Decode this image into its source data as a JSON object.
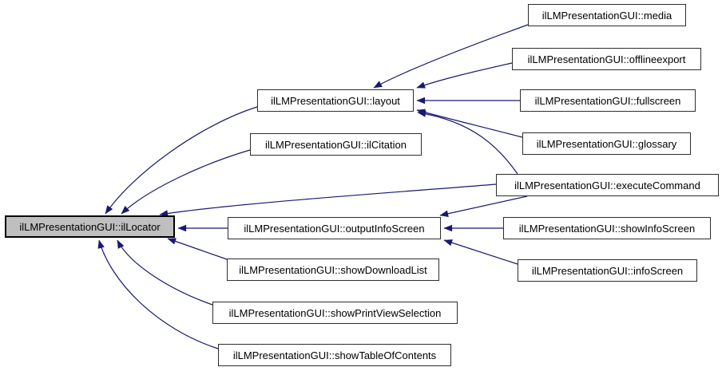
{
  "diagram": {
    "type": "call-graph",
    "background_color": "#ffffff",
    "edge_color": "#191970",
    "node_fill": "#ffffff",
    "node_border_color": "#2e2e2e",
    "highlighted_node_fill": "#bfbfbf",
    "highlighted_node_border": "#000000",
    "nodes": [
      {
        "id": "ilLocator",
        "label": "ilLMPresentationGUI::ilLocator",
        "highlighted": true
      },
      {
        "id": "layout",
        "label": "ilLMPresentationGUI::layout",
        "highlighted": false
      },
      {
        "id": "ilCitation",
        "label": "ilLMPresentationGUI::ilCitation",
        "highlighted": false
      },
      {
        "id": "outputInfoScreen",
        "label": "ilLMPresentationGUI::outputInfoScreen",
        "highlighted": false
      },
      {
        "id": "showDownloadList",
        "label": "ilLMPresentationGUI::showDownloadList",
        "highlighted": false
      },
      {
        "id": "showPrintViewSelection",
        "label": "ilLMPresentationGUI::showPrintViewSelection",
        "highlighted": false
      },
      {
        "id": "showTableOfContents",
        "label": "ilLMPresentationGUI::showTableOfContents",
        "highlighted": false
      },
      {
        "id": "media",
        "label": "ilLMPresentationGUI::media",
        "highlighted": false
      },
      {
        "id": "offlineexport",
        "label": "ilLMPresentationGUI::offlineexport",
        "highlighted": false
      },
      {
        "id": "fullscreen",
        "label": "ilLMPresentationGUI::fullscreen",
        "highlighted": false
      },
      {
        "id": "glossary",
        "label": "ilLMPresentationGUI::glossary",
        "highlighted": false
      },
      {
        "id": "executeCommand",
        "label": "ilLMPresentationGUI::executeCommand",
        "highlighted": false
      },
      {
        "id": "showInfoScreen",
        "label": "ilLMPresentationGUI::showInfoScreen",
        "highlighted": false
      },
      {
        "id": "infoScreen",
        "label": "ilLMPresentationGUI::infoScreen",
        "highlighted": false
      }
    ],
    "edges": [
      {
        "from": "layout",
        "to": "ilLocator"
      },
      {
        "from": "ilCitation",
        "to": "ilLocator"
      },
      {
        "from": "executeCommand",
        "to": "ilLocator"
      },
      {
        "from": "outputInfoScreen",
        "to": "ilLocator"
      },
      {
        "from": "showDownloadList",
        "to": "ilLocator"
      },
      {
        "from": "showPrintViewSelection",
        "to": "ilLocator"
      },
      {
        "from": "showTableOfContents",
        "to": "ilLocator"
      },
      {
        "from": "media",
        "to": "layout"
      },
      {
        "from": "offlineexport",
        "to": "layout"
      },
      {
        "from": "fullscreen",
        "to": "layout"
      },
      {
        "from": "glossary",
        "to": "layout"
      },
      {
        "from": "executeCommand",
        "to": "layout"
      },
      {
        "from": "executeCommand",
        "to": "outputInfoScreen"
      },
      {
        "from": "showInfoScreen",
        "to": "outputInfoScreen"
      },
      {
        "from": "infoScreen",
        "to": "outputInfoScreen"
      }
    ]
  }
}
